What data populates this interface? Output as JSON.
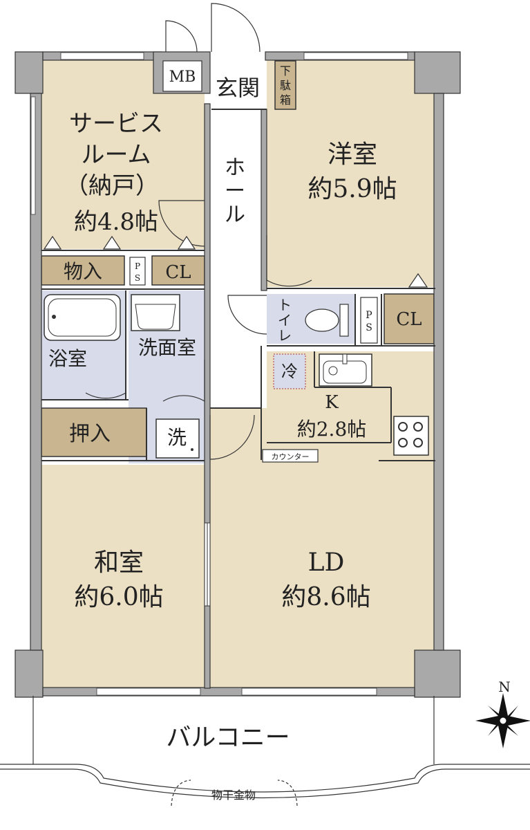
{
  "rooms": {
    "service_room": {
      "line1": "サービス",
      "line2": "ルーム",
      "line3": "（納戸）",
      "size": "約4.8帖"
    },
    "western_room": {
      "name": "洋室",
      "size": "約5.9帖"
    },
    "japanese_room": {
      "name": "和室",
      "size": "約6.0帖"
    },
    "ld": {
      "name": "LD",
      "size": "約8.6帖"
    },
    "kitchen": {
      "name": "K",
      "size": "約2.8帖"
    },
    "entrance": "玄関",
    "shoe_box": [
      "下",
      "駄",
      "箱"
    ],
    "hall": [
      "ホ",
      "ー",
      "ル"
    ],
    "toilet": [
      "ト",
      "イ",
      "レ"
    ],
    "bathroom": "浴室",
    "washroom": "洗面室",
    "storage": "物入",
    "closet_jp": "押入",
    "balcony": "バルコニー",
    "drying_hardware": "物干金物"
  },
  "fixtures": {
    "mb": "MB",
    "ps": "PS",
    "cl": "CL",
    "fridge": "冷",
    "washer": "洗",
    "counter": "カウンター"
  },
  "compass": {
    "north": "N"
  },
  "colors": {
    "wall": "#a9a9a9",
    "room_beige": "#ebdfc4",
    "storage_brown": "#c9b58f",
    "wet_area_blue": "#d8dcea",
    "hall_white": "#ffffff",
    "line": "#333333"
  }
}
